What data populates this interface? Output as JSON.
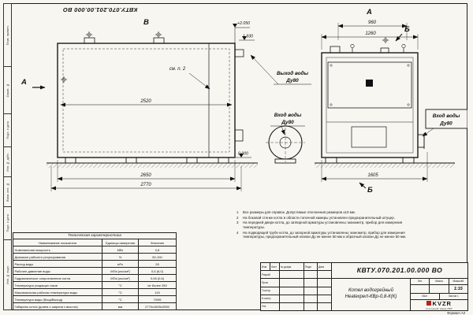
{
  "doc": {
    "number": "КВТУ.070.201.00.000 ВО",
    "name_line1": "Котел водогрейный",
    "name_line2": "Heatexpert-КВр-0,8-К(К)",
    "scale": "1:15",
    "lit_label": "Лит.",
    "mass_label": "Масса",
    "scale_label": "Масштаб",
    "sheet_label": "Лист",
    "sheets_label": "Листов",
    "sheets_value": "1",
    "logo_main": "KVZR",
    "logo_sub": "котельный завод РЗР",
    "format": "Формат А3"
  },
  "stamp": {
    "header": [
      "Изм.",
      "Лист",
      "№ докум.",
      "Подп.",
      "Дата"
    ],
    "rows": [
      "Разраб.",
      "Пров.",
      "Т.контр.",
      "Н.контр.",
      "Утв."
    ]
  },
  "side_labels": {
    "perv": "Перв. примен.",
    "sprav": "Справ. №",
    "podp1": "Подп. и дата",
    "inv_dubl": "Инв. № дубл.",
    "vzam": "Взам. инв. №",
    "podp2": "Подп. и дата",
    "inv_podl": "Инв. № подл."
  },
  "drawing": {
    "view_b": "В",
    "view_a": "А",
    "section_a": "А",
    "section_b_top": "Б",
    "section_b_bottom": "Б",
    "see_note": "см. п. 2",
    "outlet_line1": "Выход воды",
    "outlet_line2": "Ду80",
    "inlet_left_line1": "Вход воды",
    "inlet_left_line2": "Ду80",
    "inlet_right_line1": "Вход воды",
    "inlet_right_line2": "Ду80",
    "dim_2520": "2520",
    "dim_2650": "2650",
    "dim_2770": "2770",
    "dim_960": "960",
    "dim_1260": "1260",
    "dim_1605": "1605",
    "lvl_top": "+2.050",
    "lvl_mid": "1.930",
    "lvl_zero": "0.000"
  },
  "tech_table": {
    "title": "Техническая характеристика",
    "headers": [
      "Наименование показателя",
      "Единицы измерения",
      "Значение"
    ],
    "rows": [
      [
        "Номинальная мощность",
        "МВт",
        "0,8"
      ],
      [
        "Диапазон рабочего регулирования",
        "%",
        "50-100"
      ],
      [
        "Расход воды",
        "м³/ч",
        "28"
      ],
      [
        "Рабочее давление воды",
        "МПа (кгс/см²)",
        "0,6 (6,0)"
      ],
      [
        "Гидравлическое сопротивление котла",
        "МПа (кгс/см²)",
        "0,06 (0,6)"
      ],
      [
        "Температура уходящих газов",
        "°С",
        "не более 250"
      ],
      [
        "Максимальная рабочая температура воды",
        "°С",
        "115"
      ],
      [
        "Температура воды (Вход/Выход)",
        "°С",
        "70/95"
      ],
      [
        "Габариты котла (длина х ширина х высота)",
        "мм",
        "2770х1605х2050"
      ]
    ]
  },
  "notes": [
    {
      "n": "1",
      "t": "Все размеры для справок. Допустимые отклонения размеров ±10 мм."
    },
    {
      "n": "2",
      "t": "На боковой стенке котла в области топочной камеры установлен предохранительный штуцер."
    },
    {
      "n": "3",
      "t": "На передней двери котла, до затворной арматуры установлены: манометр, прибор для измерения температуры."
    },
    {
      "n": "4",
      "t": "На подводящей трубе котла, до запорной арматуры установлены: манометр, прибор для измерения температуры, предохранительный клапан Ду не менее 50 мм и обратный клапан Ду не менее 50 мм."
    }
  ]
}
